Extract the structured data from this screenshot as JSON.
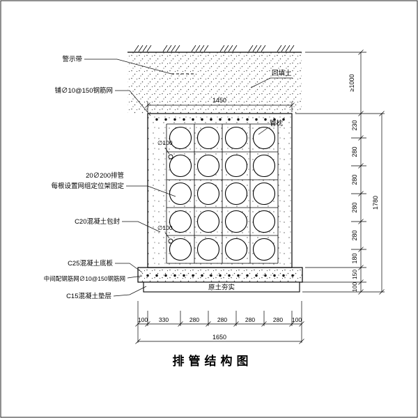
{
  "title": "排管结构图",
  "labels": {
    "warning_tape": "警示带",
    "backfill_soil": "回填土",
    "top_rebar_mesh": "铺∅10@150钢筋网",
    "pipe_pillow": "管枕",
    "phi100_upper": "∅100",
    "phi100_lower": "∅100",
    "pipes_spec": "20∅200排管",
    "pipes_note": "每根设置网组定位架固定",
    "c20_encasement": "C20混凝土包封",
    "c25_base_slab": "C25混凝土底板",
    "mid_rebar_mesh": "中间配钢筋网∅10@150钢筋网",
    "c15_cushion": "C15混凝土垫层",
    "compacted_soil": "原土夯实"
  },
  "dimensions": {
    "top_width": "1450",
    "backfill_depth": "≥1000",
    "right_segments": [
      "230",
      "280",
      "280",
      "280",
      "280",
      "180",
      "150",
      "100"
    ],
    "right_total": "1780",
    "bottom_segments": [
      "100",
      "330",
      "280",
      "280",
      "280",
      "280",
      "100"
    ],
    "bottom_total": "1650"
  }
}
